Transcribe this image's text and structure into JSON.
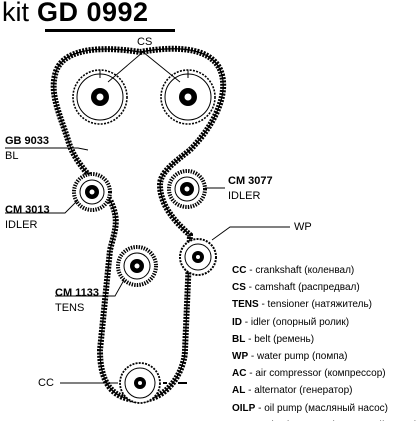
{
  "kit": {
    "prefix": "kit",
    "code": "GD 0992"
  },
  "labels": {
    "cs_top": "CS",
    "gb_code": "GB 9033",
    "gb_sub": "BL",
    "cm3013_code": "CM 3013",
    "cm3013_sub": "IDLER",
    "cm3077_code": "CM 3077",
    "cm3077_sub": "IDLER",
    "cm1133_code": "CM 1133",
    "cm1133_sub": "TENS",
    "wp": "WP",
    "cc": "CC"
  },
  "legend": [
    {
      "abbr": "CC",
      "text": " - crankshaft (коленвал)"
    },
    {
      "abbr": "CS",
      "text": " - camshaft (распредвал)"
    },
    {
      "abbr": "TENS",
      "text": " - tensioner (натяжитель)"
    },
    {
      "abbr": "ID",
      "text": " - idler (опорный ролик)"
    },
    {
      "abbr": "BL",
      "text": " - belt (ремень)"
    },
    {
      "abbr": "WP",
      "text": " - water pump (помпа)"
    },
    {
      "abbr": "AC",
      "text": " - air compressor (компрессор)"
    },
    {
      "abbr": "AL",
      "text": " - alternator (генератор)"
    },
    {
      "abbr": "OILP",
      "text": " - oil pump (масляный насос)"
    },
    {
      "abbr": "INJP",
      "text": " - Injection pump (топливный насос)"
    }
  ],
  "colors": {
    "ink": "#000000",
    "background": "#ffffff"
  }
}
